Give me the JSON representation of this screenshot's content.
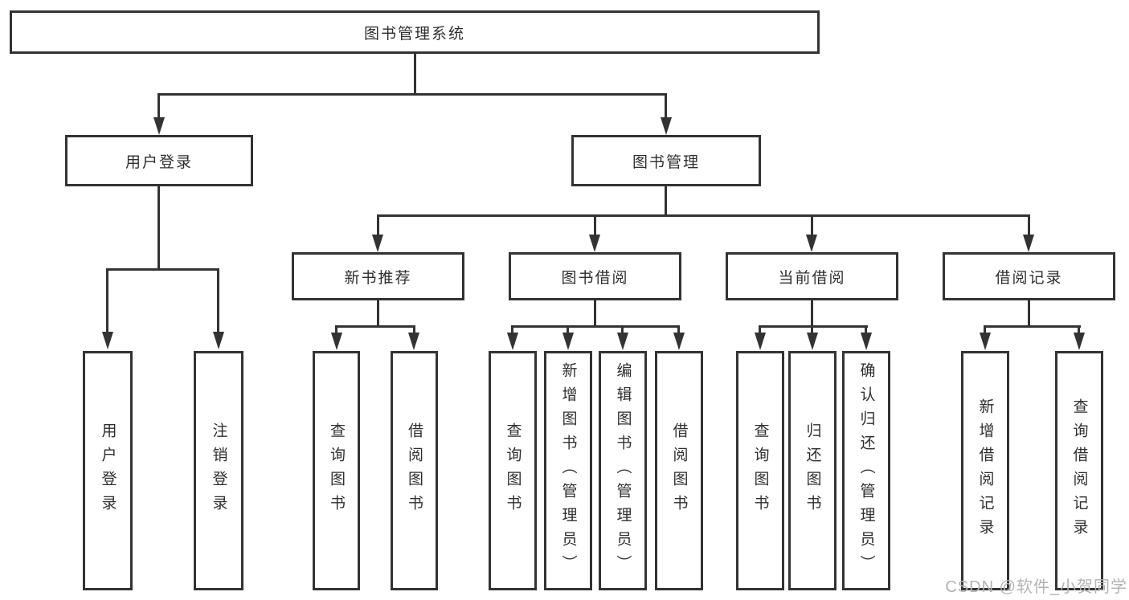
{
  "structure": {
    "label": "图书管理系统",
    "children": [
      {
        "label": "用户登录",
        "children": [
          {
            "label": "用户登录"
          },
          {
            "label": "注销登录"
          }
        ]
      },
      {
        "label": "图书管理",
        "children": [
          {
            "label": "新书推荐",
            "children": [
              {
                "label": "查询图书"
              },
              {
                "label": "借阅图书"
              }
            ]
          },
          {
            "label": "图书借阅",
            "children": [
              {
                "label": "查询图书"
              },
              {
                "label": "新增图书（管理员）"
              },
              {
                "label": "编辑图书（管理员）"
              },
              {
                "label": "借阅图书"
              }
            ]
          },
          {
            "label": "当前借阅",
            "children": [
              {
                "label": "查询图书"
              },
              {
                "label": "归还图书"
              },
              {
                "label": "确认归还（管理员）"
              }
            ]
          },
          {
            "label": "借阅记录",
            "children": [
              {
                "label": "新增借阅记录"
              },
              {
                "label": "查询借阅记录"
              }
            ]
          }
        ]
      }
    ]
  },
  "watermark": {
    "text": "CSDN @软件_小贺同学"
  },
  "colors": {
    "line": "#333333",
    "box_border": "#333333",
    "text": "#2f2f2f",
    "watermark": "#b3b3b3",
    "background": "#ffffff"
  }
}
